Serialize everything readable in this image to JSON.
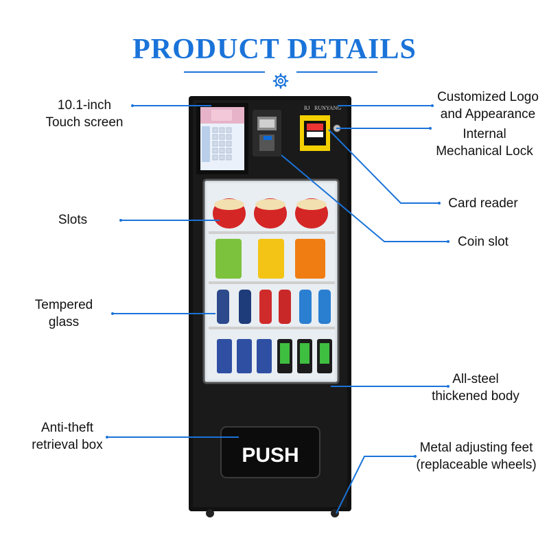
{
  "title": "PRODUCT DETAILS",
  "brand": "RUNYANG",
  "brand_logo": "RJ",
  "push_label": "PUSH",
  "accent_color": "#1a73d9",
  "labels": {
    "touch_screen_1": "10.1-inch",
    "touch_screen_2": "Touch screen",
    "slots": "Slots",
    "glass_1": "Tempered",
    "glass_2": "glass",
    "retrieval_1": "Anti-theft",
    "retrieval_2": "retrieval box",
    "logo_1": "Customized Logo",
    "logo_2": "and Appearance",
    "lock_1": "Internal",
    "lock_2": "Mechanical Lock",
    "card_reader": "Card reader",
    "coin_slot": "Coin slot",
    "body_1": "All-steel",
    "body_2": "thickened body",
    "feet_1": "Metal adjusting feet",
    "feet_2": "(replaceable wheels)"
  },
  "icons": [
    "gear-icon"
  ]
}
